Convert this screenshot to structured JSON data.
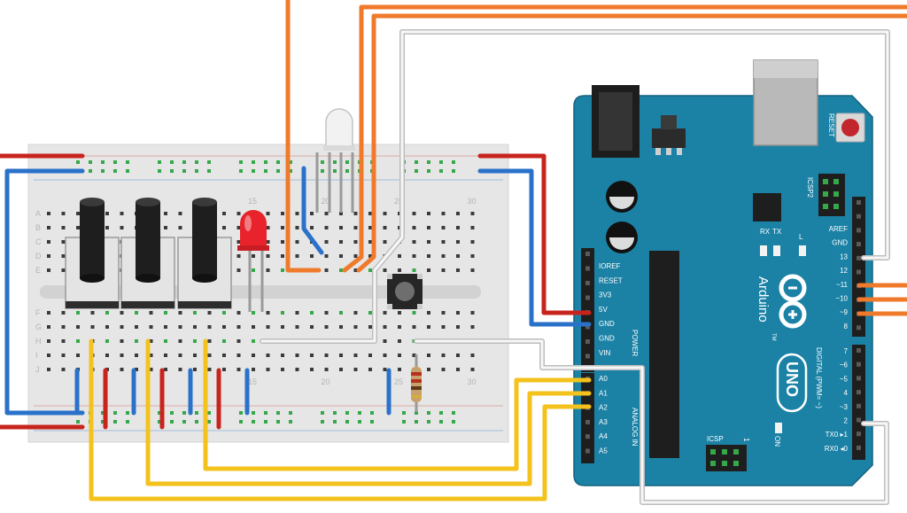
{
  "breadboard": {
    "row_letters": [
      "A",
      "B",
      "C",
      "D",
      "E",
      "F",
      "G",
      "H",
      "I",
      "J"
    ],
    "column_numbers": [
      "15",
      "20",
      "25",
      "30"
    ]
  },
  "arduino": {
    "reset_label": "RESET",
    "icsp2_label": "ICSP2",
    "rx_label": "RX",
    "tx_label": "TX",
    "l_label": "L",
    "logo_text": "Arduino",
    "model_text": "UNO",
    "tm": "TM",
    "on_label": "ON",
    "icsp_label": "ICSP",
    "icsp_pin1": "1",
    "power_section_label": "POWER",
    "analog_section_label": "ANALOG IN",
    "digital_section_label": "DIGITAL (PWM= ~)",
    "power_pins": [
      "IOREF",
      "RESET",
      "3V3",
      "5V",
      "GND",
      "GND",
      "VIN"
    ],
    "analog_pins": [
      "A0",
      "A1",
      "A2",
      "A3",
      "A4",
      "A5"
    ],
    "digital_top_pins": [
      "AREF",
      "GND",
      "13",
      "12",
      "~11",
      "~10",
      "~9",
      "8"
    ],
    "digital_bottom_pins": [
      "7",
      "~6",
      "~5",
      "4",
      "~3",
      "2",
      "TX0 ▸1",
      "RX0 ◂0"
    ]
  },
  "colors": {
    "board": "#1b82a6",
    "wire_red": "#c8241e",
    "wire_blue": "#2a71c9",
    "wire_orange": "#f07a2b",
    "wire_yellow": "#f4c21c",
    "wire_white": "#eaeaea",
    "breadboard": "#e6e6e6",
    "led_red": "#e8232b"
  },
  "components": [
    {
      "name": "potentiometer",
      "count": 3
    },
    {
      "name": "red-led"
    },
    {
      "name": "rgb-led"
    },
    {
      "name": "pushbutton"
    },
    {
      "name": "resistor"
    }
  ]
}
